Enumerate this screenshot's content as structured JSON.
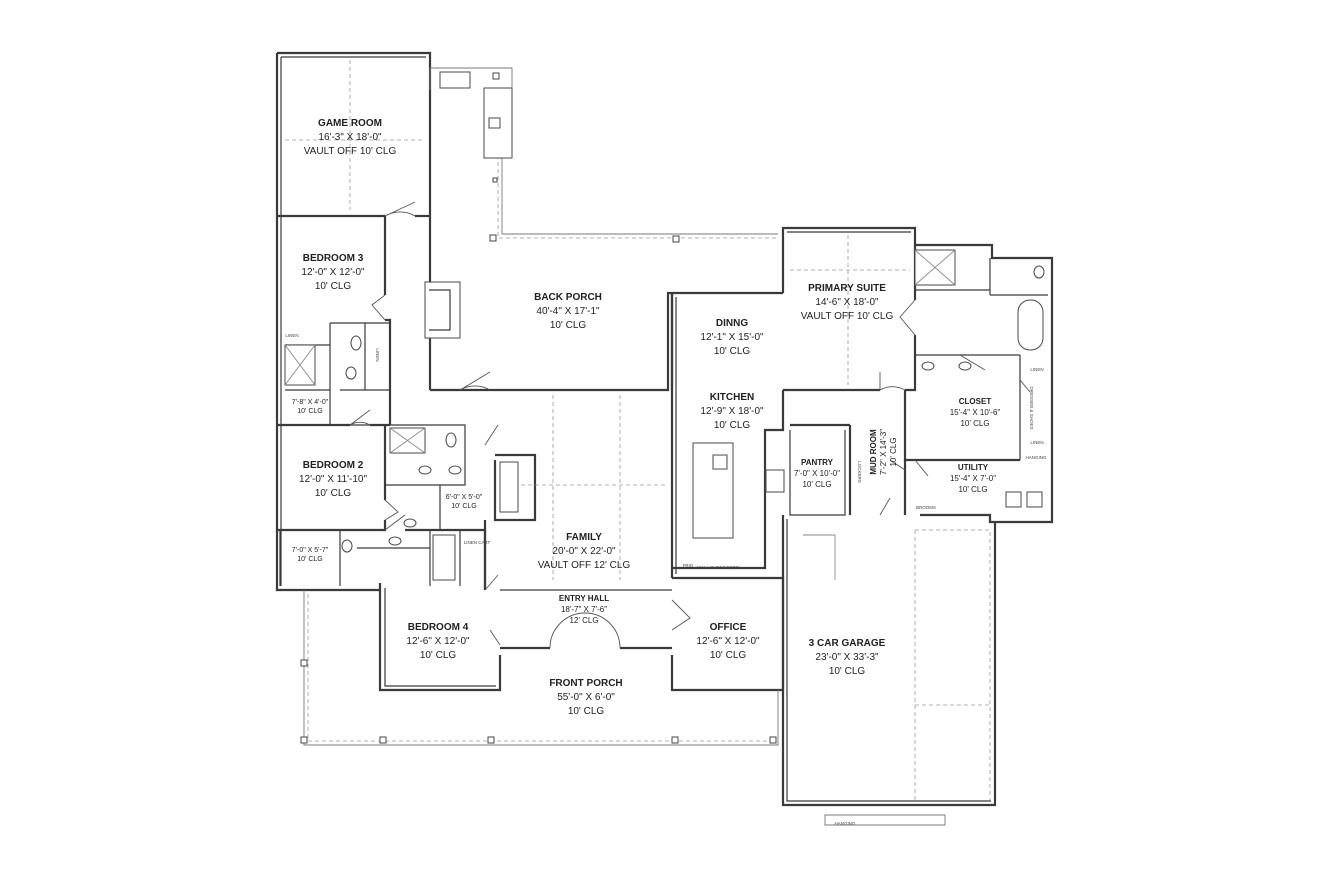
{
  "rooms": {
    "game_room": {
      "name": "GAME ROOM",
      "dims": "16'-3\" X 18'-0\"",
      "clg": "VAULT OFF 10' CLG"
    },
    "bedroom3": {
      "name": "BEDROOM 3",
      "dims": "12'-0\" X 12'-0\"",
      "clg": "10' CLG"
    },
    "bedroom2": {
      "name": "BEDROOM 2",
      "dims": "12'-0\" X 11'-10\"",
      "clg": "10' CLG"
    },
    "bedroom4": {
      "name": "BEDROOM 4",
      "dims": "12'-6\" X 12'-0\"",
      "clg": "10' CLG"
    },
    "back_porch": {
      "name": "BACK PORCH",
      "dims": "40'-4\" X 17'-1\"",
      "clg": "10' CLG"
    },
    "dinning": {
      "name": "DINNG",
      "dims": "12'-1\" X 15'-0\"",
      "clg": "10' CLG"
    },
    "kitchen": {
      "name": "KITCHEN",
      "dims": "12'-9\" X 18'-0\"",
      "clg": "10' CLG"
    },
    "family": {
      "name": "FAMILY",
      "dims": "20'-0\" X 22'-0\"",
      "clg": "VAULT OFF 12' CLG"
    },
    "entry_hall": {
      "name": "ENTRY HALL",
      "dims": "18'-7\" X 7'-6\"",
      "clg": "12' CLG"
    },
    "front_porch": {
      "name": "FRONT PORCH",
      "dims": "55'-0\" X 6'-0\"",
      "clg": "10' CLG"
    },
    "office": {
      "name": "OFFICE",
      "dims": "12'-6\" X 12'-0\"",
      "clg": "10' CLG"
    },
    "primary_suite": {
      "name": "PRIMARY SUITE",
      "dims": "14'-6\" X 18'-0\"",
      "clg": "VAULT OFF 10' CLG"
    },
    "closet": {
      "name": "CLOSET",
      "dims": "15'-4\" X 10'-6\"",
      "clg": "10' CLG"
    },
    "pantry": {
      "name": "PANTRY",
      "dims": "7'-0\" X 10'-0\"",
      "clg": "10' CLG"
    },
    "mud_room": {
      "name": "MUD ROOM",
      "dims": "7'-2\" X 14'-3\"",
      "clg": "10' CLG"
    },
    "utility": {
      "name": "UTILITY",
      "dims": "15'-4\" X 7'-0\"",
      "clg": "10' CLG"
    },
    "garage": {
      "name": "3 CAR GARAGE",
      "dims": "23'-0\" X 33'-3\"",
      "clg": "10' CLG"
    },
    "bath_a": {
      "dims": "7'-8\" X 4'-0\"",
      "clg": "10' CLG"
    },
    "bath_b": {
      "dims": "6'-0\" X 5'-0\"",
      "clg": "10' CLG"
    },
    "bath_c": {
      "dims": "7'-0\" X 5'-7\"",
      "clg": "10' CLG"
    }
  },
  "small_labels": {
    "linen1": "LINEN",
    "linen2": "LINEN",
    "linen3": "LINEN",
    "linen4": "LINEN",
    "linen_cab": "LINEN CABT",
    "lockers": "LOCKERS",
    "brooms": "BROOMS",
    "hanging1": "HANGING",
    "hanging2": "HANGING",
    "dresser": "DRESSER & SHOES",
    "frig": "FRIG",
    "wall_oven": "WALL OVEN/MICRO"
  }
}
